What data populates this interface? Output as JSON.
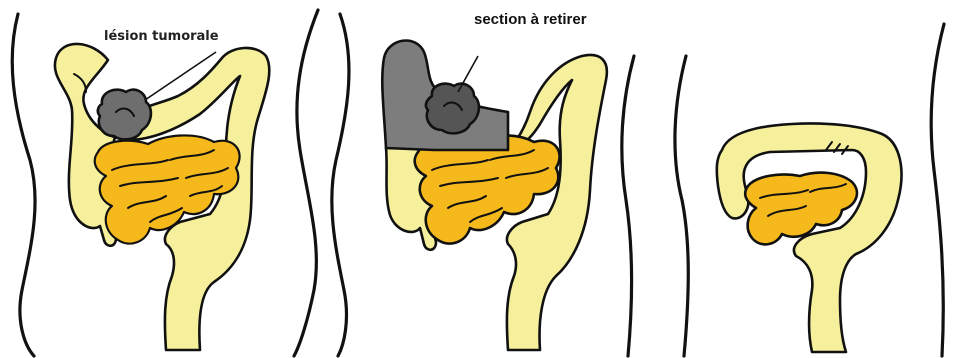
{
  "labels": {
    "tumor_lesion": "lésion tumorale",
    "section_to_remove": "section à retirer"
  },
  "panels": [
    {
      "id": "before",
      "shows": "colon with tumor lesion"
    },
    {
      "id": "resection",
      "shows": "section to be removed"
    },
    {
      "id": "after",
      "shows": "colon after resection"
    }
  ],
  "colors": {
    "colon": "#f6f09c",
    "small_intestine": "#f5b91c",
    "tumor": "#6e6e6e",
    "removed_section": "#7d7d7d",
    "outline": "#111111"
  }
}
